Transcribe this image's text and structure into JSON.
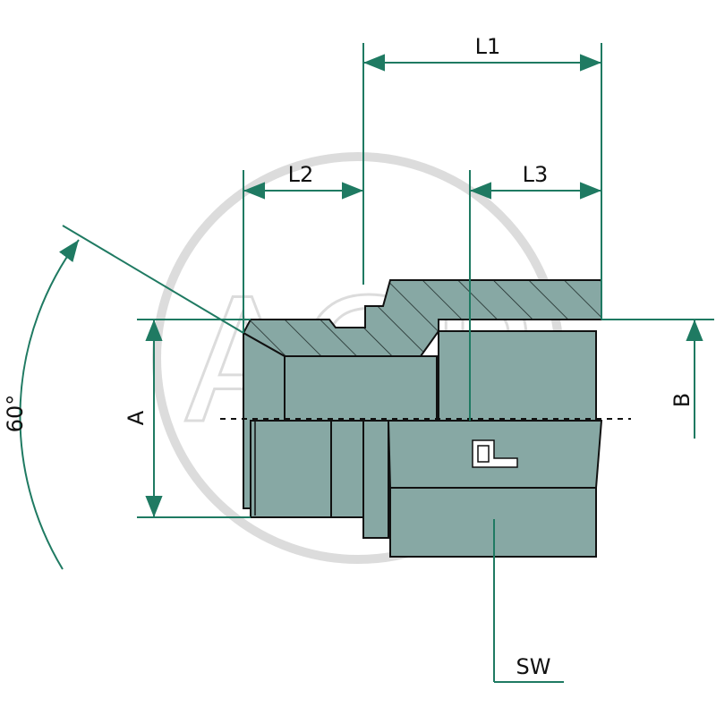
{
  "labels": {
    "l1": "L1",
    "l2": "L2",
    "l3": "L3",
    "a": "A",
    "b": "B",
    "sw": "SW",
    "angle": "60°"
  },
  "watermark": {
    "text": "AGP"
  },
  "colors": {
    "body_fill": "#87a8a4",
    "hatch": "#1f2b2a",
    "dimension": "#1f7a62",
    "outline": "#111111",
    "watermark": "#d9d9d9"
  }
}
